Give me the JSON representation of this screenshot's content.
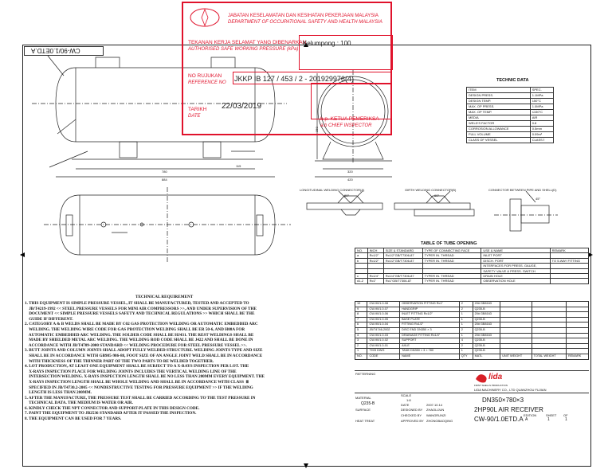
{
  "stamp": {
    "agency_ms": "JABATAN KESELAMATAN DAN KESIHATAN PEKERJAAN MALAYSIA",
    "agency_en": "DEPARTMENT OF OCCUPATIONAL SAFETY AND HEALTH MALAYSIA",
    "pressure_label_ms": "TEKANAN KERJA SELAMAT YANG DIBENARKAN",
    "pressure_label_en": "AUTHORISED SAFE WORKING PRESSURE (kPa)",
    "location_value": "Kelumpong :   100",
    "ref_label_ms": "NO RUJUKAN",
    "ref_label_en": "REFERENCE NO",
    "ref_value": "JKKP IB 127 / 453 / 2 -   201929976(4)",
    "date_label_ms": "TARIKH",
    "date_label_en": "DATE",
    "date_value": "22/03/2019",
    "chief_ms": "b.p. KETUA PEMERIKSA",
    "chief_en": "a.b CHIEF INSPECTOR"
  },
  "drawing_no_rotated": "CW-90/1.0ETD.A",
  "tech_data": {
    "title": "TECHNIC DATA",
    "rows": [
      [
        "ITEM",
        "SPEC."
      ],
      [
        "DESIGN PRESS.",
        "1.1MPa"
      ],
      [
        "DESIGN TEMP.",
        "150°C"
      ],
      [
        "MAX. OP PRESS.",
        "1.0MPa"
      ],
      [
        "MAX. OP TEMP.",
        "≤150°C"
      ],
      [
        "MEDIA",
        "AIR"
      ],
      [
        "WELD'S FACTOR",
        "0.8"
      ],
      [
        "CORROSION ALLOWANCE",
        "0.5mm"
      ],
      [
        "FULL VOLUME",
        "0.09m³"
      ],
      [
        "CLASS OF VESSEL",
        "CLASS Ⅰ"
      ]
    ]
  },
  "dims": {
    "d1": "780",
    "d2": "884",
    "d3": "115",
    "d4": "320",
    "d5": "420",
    "d6": "350"
  },
  "welding": {
    "longitudinal": "LONGITUDINAL WELDING CONNECTOR(A)",
    "girth": "GIRTH WELDING CONNECTOR(B)",
    "pipe_shell": "CONNECTOR BETWEEN PIPE AND SHELL(D)",
    "angle1": "60°",
    "angle2": "60°",
    "angle3": "45°"
  },
  "tube": {
    "title": "TABLE OF TUBE OPENING",
    "header": [
      "NO.",
      "INCH",
      "SIZE & STANDARD",
      "TYPE OF CONNECTING FACE",
      "USE & NAME",
      "REMARK"
    ],
    "rows": [
      [
        "a",
        "Rc1/2\"",
        "Rc1/2\"GB/T7306-87",
        "TYPER IN. THREAD",
        "INLET PORT",
        ""
      ],
      [
        "b",
        "Rc1/2\"",
        "Rc1/2\"GB/T7306-87",
        "TYPER IN. THREAD",
        "DISCH. PORT",
        "TO 5-WAY FITTING"
      ],
      [
        "",
        "",
        "",
        "",
        "INTERFACES FOR PRESS. GAUGE,",
        ""
      ],
      [
        "",
        "",
        "",
        "",
        "SAFETY VALVE & PRESS. SWITCH",
        ""
      ],
      [
        "c",
        "Rc1/4\"",
        "Rc1/4\"GB/T7306-87",
        "TYPER IN. THREAD",
        "DRAIN HOLE",
        ""
      ],
      [
        "d1-2",
        "Rc1\"",
        "Rc1\"GB/T7306-87",
        "TYPER IN. THREAD",
        "OBSERVATION HOLE",
        ""
      ]
    ]
  },
  "requirements": {
    "title": "TECHNICAL REQUIREMENT",
    "lines": [
      "1. THIS EQUIPMENT IS SIMPLE PRESSURE VESSEL, IT SHALL BE MANUFACTURED, TESTED AND ACCEPTED TO",
      "    JB/T4219-1992 << STEEL PRESSURE VESSELS FOR MINI AIR COMPRESSORS >>, AND UNDER SUPERVISION OF THE",
      "    DOCUMENT << SIMPLE PRESSURE VESSELS SAFETY AND TECHNICAL REGULATIONS >> WHICH SHALL BE THE",
      "    GUIDE IF DIFFERENT.",
      "2. CATEGORY A & B WELDS SHALL BE MADE BY C02 GAS PROTECTION WELDING OR AUTOMATIC EMBEDDED ARC",
      "    WELDING. THE WELDING WIRE CODE FOR GAS PROTECTION WELDING SHALL BE ER 50-6, AND H08A FOR",
      "    AUTOMATIC EMBEDDED ARC WELDING. THE SOLDER CODE SHALL BE HJ431. THE REST WELDINGS SHALL BE",
      "    MADE BY SHIELDED METAL ARC WELDING. THE WELDING ROD CODE SHALL BE J422 AND SHALL BE DONE IN",
      "    ACCORDANCE WITH JB/T4709-2000 STANDARD << WELDING PROCEDURE FOR STEEL PRESSURE VESSEL >>.",
      "3. BUTT JOINTS AND COLUMN JOINTS SHALL ADOPT FULLY WELDED STRUCTURE. WELDING JOINTS TYPE AND SIZE",
      "    SHALL BE IN ACCORDANCE WITH GB985-986-88, FOOT SIZE OF AN ANGLE JOINT WELD SHALL BE IN ACCORDANCE",
      "    WITH THICKNESS OF THE THINNER PART OF THE TWO PARTS TO BE WELDED TOGETHER.",
      "4. LOT PRODUCTION, AT LEAST ONE EQUIPMENT SHALL BE SUBJECT TO A X-RAYS INSPECTION PER LOT. THE",
      "    X-RAYS INSPECTION PLACE FOR WELDING JOINTS INCLUDES THE VERTICAL WELDING LINE OF THE",
      "    INTERSECTION WELDING. X-RAYS INSPECTION LENGTH SHALL BE NO LESS THAN 200MM EVERY EQUIPMENT. THE",
      "    X-RAYS INSPECTION LENGTH SHALL BE WHOLE WELDING AND SHALL BE IN ACCORDANCE WITH CLASS  Ⅲ",
      "    SPECIFIED IN JB/T4730.2-2005 << NONDESTRUCTIVE TESTING FOR PRESSURE EQUIPMENT >> IF THE WELDING",
      "    LENGTH IS LESS THAN 200MM.",
      "5. AFTER THE MANUFACTURE, THE PRESSURE TEST SHALL BE CARRIED ACCORDING TO THE TEST PRESSURE IN",
      "    TECHNICAL DATA. THE MEDIUM IS WATER OR AIR.",
      "6. KINDLY CHECK THE NPT CONNECTOR AND SUPPORT-PLATE IN THIS DESIGN CODE.",
      "7. PAINT THE EQUIPMENT TO JB2536 STANDARD AFTER IT PASSED THE INSPECTION.",
      "8. THE EQUIPMENT CAN BE USED FOR 7 YEARS."
    ]
  },
  "bom": {
    "rows": [
      [
        "10",
        "CW-90/1.0-08",
        "OBSERVATION FITTING Rc1\"",
        "2",
        "20# GB8163",
        "",
        "",
        ""
      ],
      [
        "9",
        "CW-90/1.0-07",
        "HANDGRIP",
        "2",
        "Q235-B",
        "",
        "",
        ""
      ],
      [
        "8",
        "CW-90/1.0-06",
        "INLET FITTING Rc1/2\"",
        "1",
        "20# GB8163",
        "",
        "",
        ""
      ],
      [
        "7",
        "CW-90/1.0-05",
        "BASE PLATE",
        "1",
        "Q235-B",
        "",
        "",
        ""
      ],
      [
        "6",
        "CW-90/1.0-04",
        "FITTING Rc1/2\"",
        "1",
        "20# GB8163",
        "",
        "",
        ""
      ],
      [
        "5",
        "JB/T4746-2002",
        "DISC END DN350 × 3",
        "2",
        "Q235-B",
        "",
        "",
        ""
      ],
      [
        "4",
        "CW-90/1.0-03",
        "DRAINAGE FITTING Rc1/4\"",
        "1",
        "20# GB8163",
        "",
        "",
        ""
      ],
      [
        "3",
        "CW-90/1.0-02",
        "SUPPORT",
        "4",
        "Q235-B",
        "",
        "",
        ""
      ],
      [
        "2",
        "CW-90/1.0-01",
        "AXLE",
        "2",
        "Q235-B",
        "",
        "",
        ""
      ],
      [
        "1",
        "THIS DWG",
        "TANK DN350 × 3 × 780",
        "1",
        "Q235-B",
        "",
        "",
        ""
      ]
    ],
    "header": [
      "NO.",
      "CODE",
      "NAME",
      "QTY",
      "MATL",
      "UNIT WEIGHT",
      "TOTAL WEIGHT",
      "REMARK"
    ]
  },
  "title_block": {
    "patterning": "PATTERNING",
    "company": "LIDA MACHINERY CO., LTD QUANZHOU FUJIAN",
    "logo": "lida",
    "logo_sub": "FIRST SHELLS PRODUCTION",
    "scale_label": "SCALE",
    "scale_value": "1:8",
    "material_label": "MATERIAL",
    "material_value": "Q235-B",
    "date_label": "DATE",
    "date_value": "2007.10.14",
    "designed_by": "DESIGNED BY",
    "designer": "ZHAOLIJUN",
    "checked_by": "CHECKED BY",
    "checker": "WANGRUNZI",
    "approved_by": "APPROVED BY",
    "approver": "ZHONGBAOQING",
    "spec": "DN350×780×3",
    "product": "2HP90L  AIR RECEIVER",
    "dwg_no": "CW-90/1.0ETD.A",
    "surface_label": "SURFACE",
    "heat_treat": "HEAT TREAT",
    "edition_label": "EDITION",
    "edition": "A",
    "sheet_label": "SHEET",
    "sheet": "1",
    "of_label": "OF",
    "of": "1"
  }
}
